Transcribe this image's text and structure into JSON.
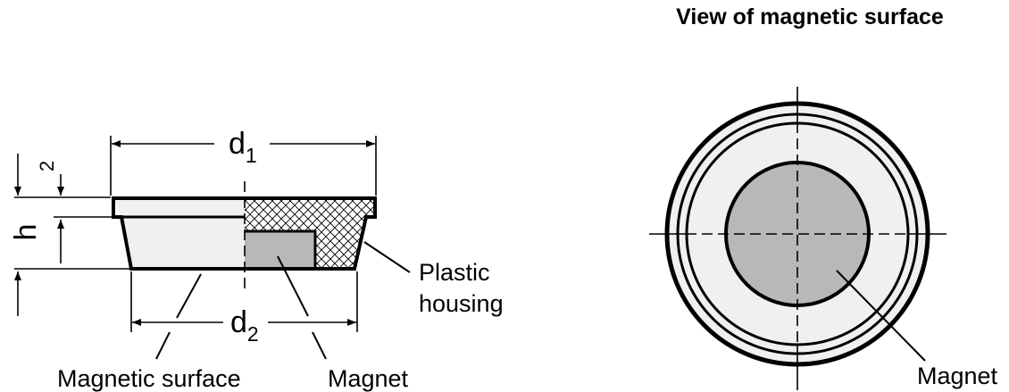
{
  "title": "View of magnetic surface",
  "dimensions": {
    "d1": {
      "main": "d",
      "sub": "1"
    },
    "d2": {
      "main": "d",
      "sub": "2"
    },
    "h": "h",
    "two": "2"
  },
  "labels": {
    "plastic_housing_line1": "Plastic",
    "plastic_housing_line2": "housing",
    "magnetic_surface": "Magnetic surface",
    "magnet_left": "Magnet",
    "magnet_right": "Magnet"
  },
  "colors": {
    "housing_fill": "#f0f0f0",
    "magnet_fill": "#b8b8b8",
    "line": "#000000"
  }
}
